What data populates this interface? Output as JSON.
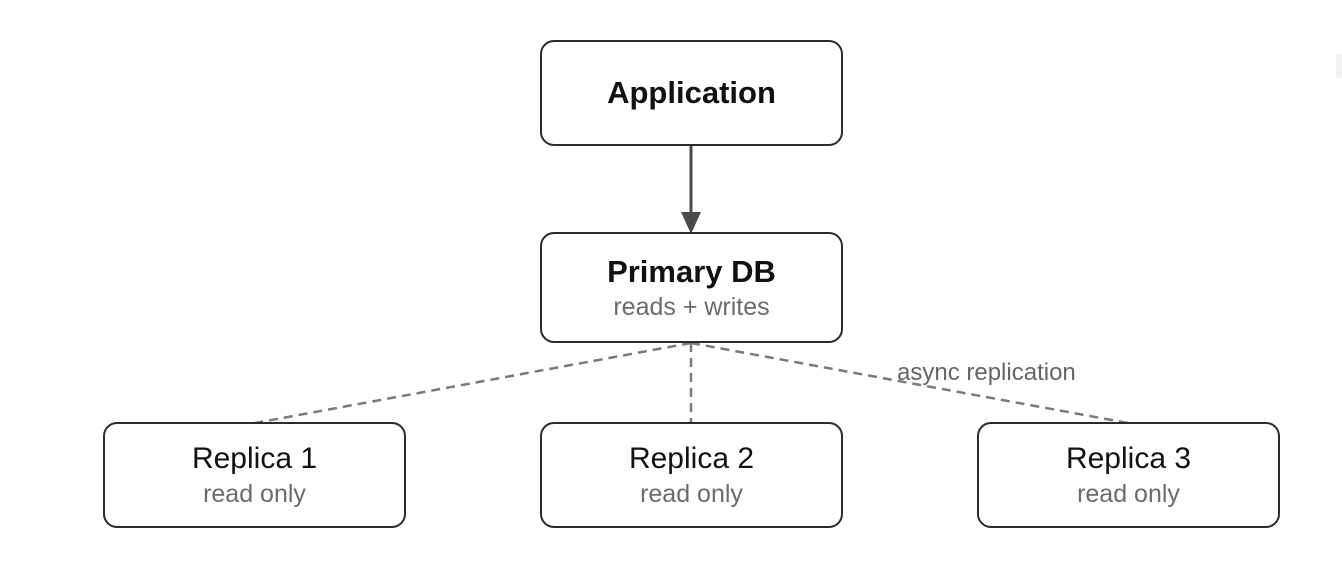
{
  "nodes": {
    "application": {
      "title": "Application"
    },
    "primary": {
      "title": "Primary DB",
      "subtitle": "reads + writes"
    },
    "replica1": {
      "title": "Replica 1",
      "subtitle": "read only"
    },
    "replica2": {
      "title": "Replica 2",
      "subtitle": "read only"
    },
    "replica3": {
      "title": "Replica 3",
      "subtitle": "read only"
    }
  },
  "edges": {
    "replication_label": "async replication"
  },
  "colors": {
    "node_border": "#2b2b2b",
    "solid_edge": "#4a4a4a",
    "dashed_edge": "#7a7a7a",
    "subtitle_text": "#6b6b6b"
  }
}
